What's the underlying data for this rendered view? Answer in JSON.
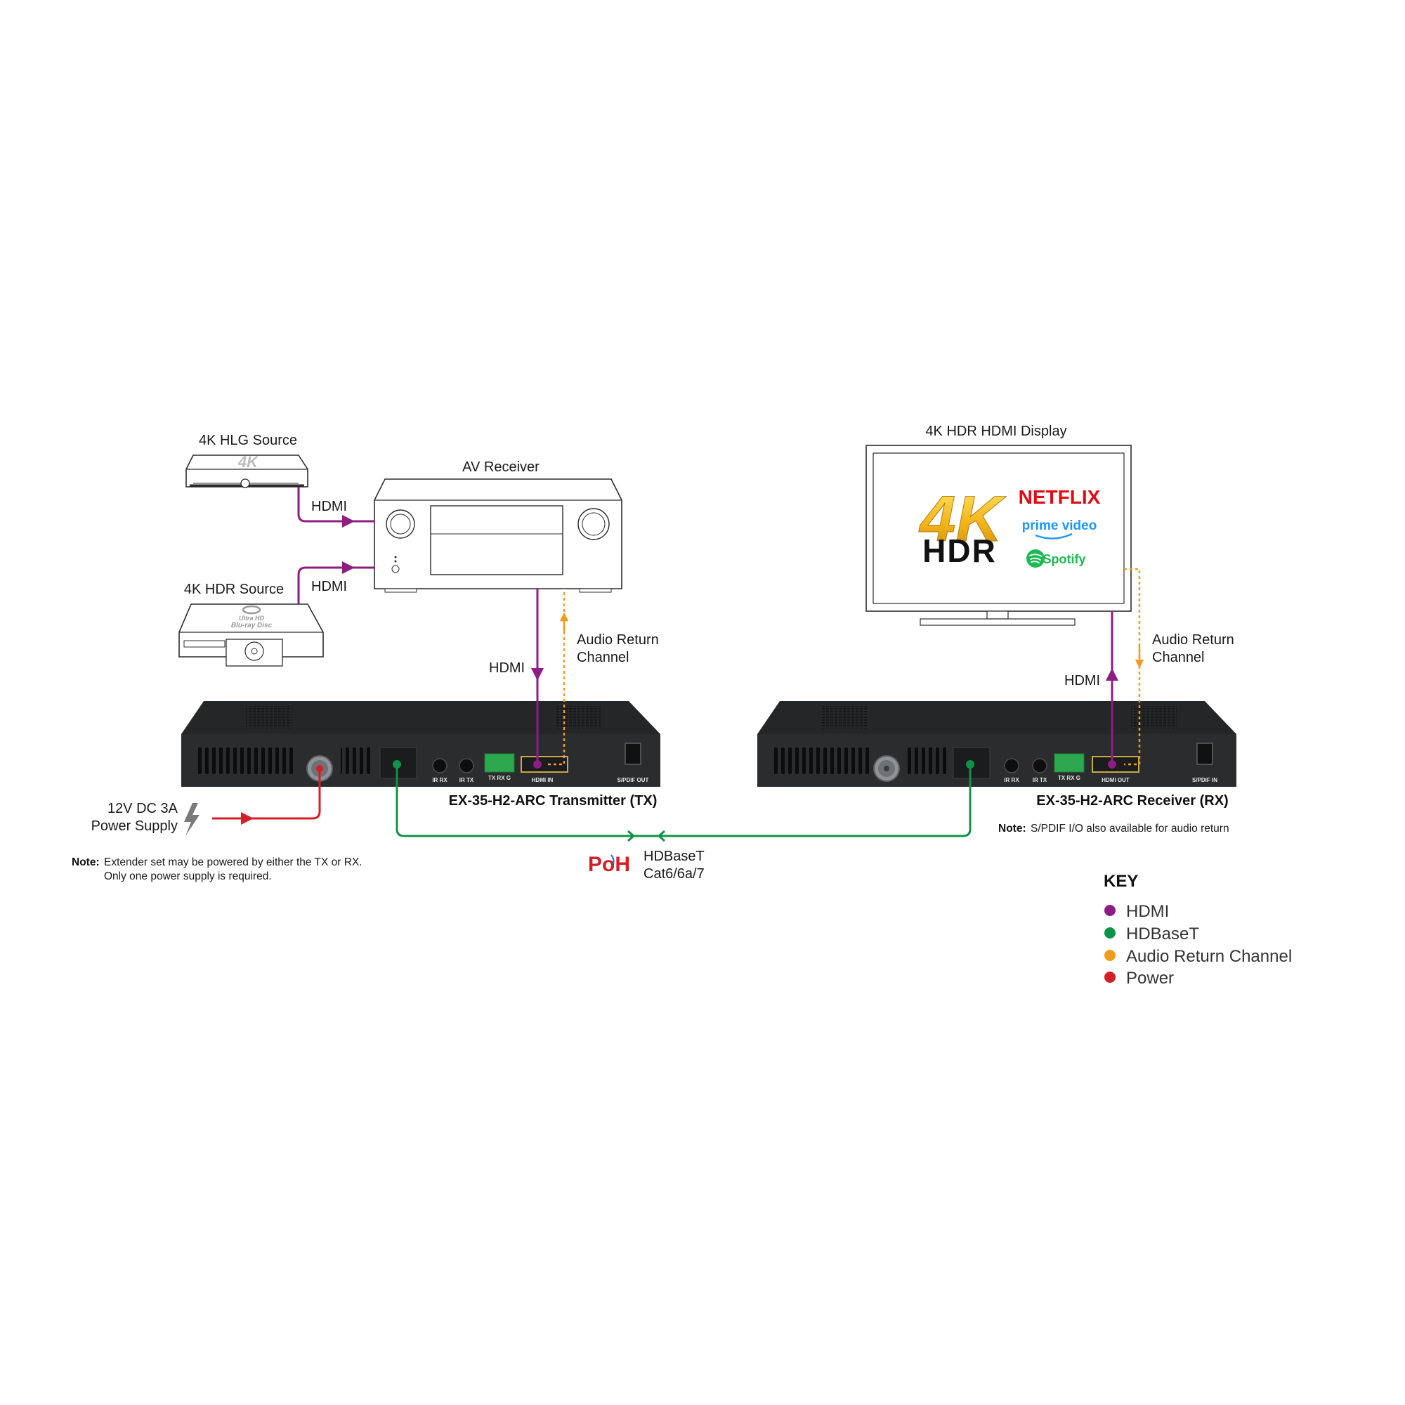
{
  "sources": {
    "hlg_label": "4K HLG Source",
    "hdr_label": "4K HDR Source",
    "hlg_logo": "4K",
    "bluray_logo": "Blu-ray Disc",
    "bluray_logo_sub": "Ultra HD"
  },
  "av_receiver": {
    "label": "AV Receiver"
  },
  "display": {
    "label": "4K HDR HDMI Display",
    "logo_4k": "4K",
    "logo_hdr": "HDR",
    "netflix": "NETFLIX",
    "prime": "prime video",
    "spotify": "Spotify"
  },
  "connections": {
    "hdmi_hlg": "HDMI",
    "hdmi_hdr": "HDMI",
    "hdmi_tx": "HDMI",
    "hdmi_rx": "HDMI",
    "arc_tx_line1": "Audio Return",
    "arc_tx_line2": "Channel",
    "arc_rx_line1": "Audio Return",
    "arc_rx_line2": "Channel",
    "hdbaset_line1": "HDBaseT",
    "hdbaset_line2": "Cat6/6a/7",
    "poh": "PoH"
  },
  "power": {
    "line1": "12V DC 3A",
    "line2": "Power Supply"
  },
  "transmitter": {
    "label": "EX-35-H2-ARC Transmitter (TX)",
    "ports": {
      "ir_rx": "IR RX",
      "ir_tx": "IR TX",
      "rs232": "TX  RX  G",
      "hdmi": "HDMI IN",
      "spdif": "S/PDIF OUT"
    }
  },
  "receiver": {
    "label": "EX-35-H2-ARC Receiver (RX)",
    "ports": {
      "ir_rx": "IR RX",
      "ir_tx": "IR TX",
      "rs232": "TX  RX  G",
      "hdmi": "HDMI OUT",
      "spdif": "S/PDIF IN"
    }
  },
  "notes": {
    "power_bold": "Note:",
    "power_line1": "Extender set may be powered by either the TX or RX.",
    "power_line2": "Only one power supply is required.",
    "spdif_bold": "Note:",
    "spdif_text": "S/PDIF I/O also available for audio return"
  },
  "key": {
    "title": "KEY",
    "items": [
      {
        "label": "HDMI",
        "color": "#8e1d83"
      },
      {
        "label": "HDBaseT",
        "color": "#0e9446"
      },
      {
        "label": "Audio Return Channel",
        "color": "#f39b1d"
      },
      {
        "label": "Power",
        "color": "#d41f26"
      }
    ]
  },
  "colors": {
    "hdmi": "#8e1d83",
    "hdbaset": "#0e9446",
    "arc": "#f39b1d",
    "power": "#d41f26"
  }
}
